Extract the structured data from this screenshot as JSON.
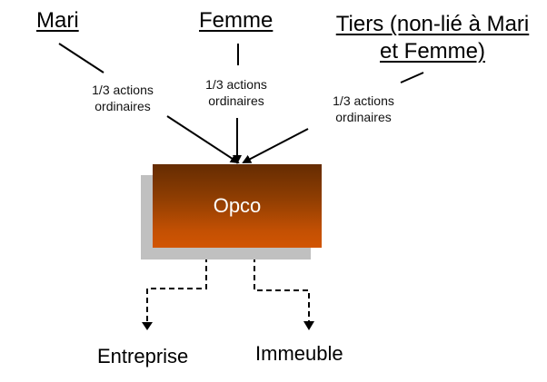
{
  "owners": [
    {
      "name": "Mari",
      "share_label_line1": "1/3 actions",
      "share_label_line2": "ordinaires"
    },
    {
      "name": "Femme",
      "share_label_line1": "1/3 actions",
      "share_label_line2": "ordinaires"
    },
    {
      "name_line1": "Tiers (non-lié à Mari",
      "name_line2": "et Femme)",
      "share_label_line1": "1/3 actions",
      "share_label_line2": "ordinaires"
    }
  ],
  "company": {
    "name": "Opco"
  },
  "subsidiaries": [
    {
      "name": "Entreprise"
    },
    {
      "name": "Immeuble"
    }
  ],
  "colors": {
    "company_top": "#652c02",
    "company_bottom": "#d25503",
    "shadow": "#c0c0c0"
  }
}
